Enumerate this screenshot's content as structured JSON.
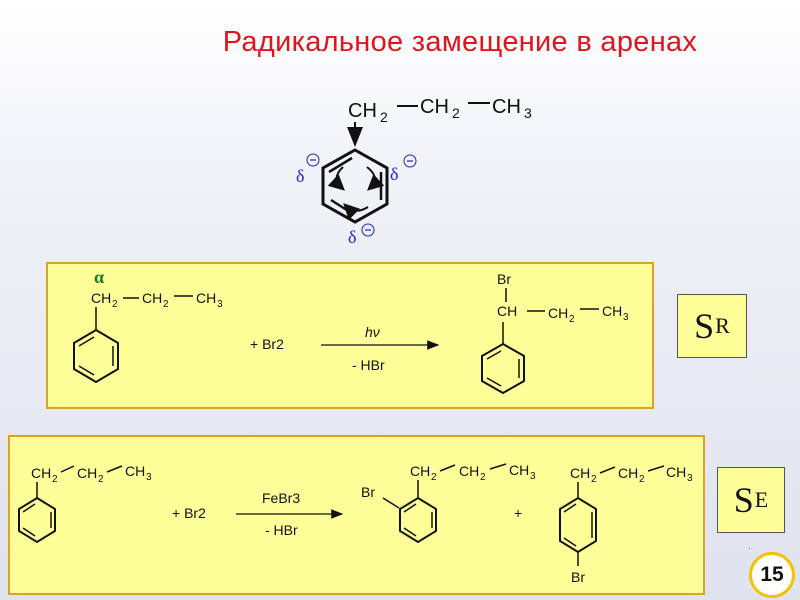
{
  "title": "Радикальное замещение в аренах",
  "top_structure": {
    "chain": [
      "CH2",
      "CH2",
      "CH3"
    ],
    "partial_charge": "δ"
  },
  "reaction_sr": {
    "alpha_label": "α",
    "reactant_chain": [
      "CH2",
      "CH2",
      "CH3"
    ],
    "reagent": "+ Br2",
    "condition_top": "hν",
    "condition_bottom": "- HBr",
    "product_br": "Br",
    "product_chain": [
      "CH",
      "CH2",
      "CH3"
    ],
    "badge": {
      "main": "S",
      "sub": "R"
    }
  },
  "reaction_se": {
    "reactant_chain": [
      "CH2",
      "CH2",
      "CH3"
    ],
    "reagent": "+ Br2",
    "condition_top": "FeBr3",
    "condition_bottom": "- HBr",
    "ortho_br": "Br",
    "ortho_chain": [
      "CH2",
      "CH2",
      "CH3"
    ],
    "plus": "+",
    "para_chain": [
      "CH2",
      "CH2",
      "CH3"
    ],
    "para_br": "Br",
    "badge": {
      "main": "S",
      "sub": "E"
    }
  },
  "page_number": "15",
  "colors": {
    "title": "#e0141c",
    "box_fill": "#ffff99",
    "box_border": "#e0a020",
    "alpha": "#1a7a20",
    "charge": "#2020cc"
  }
}
